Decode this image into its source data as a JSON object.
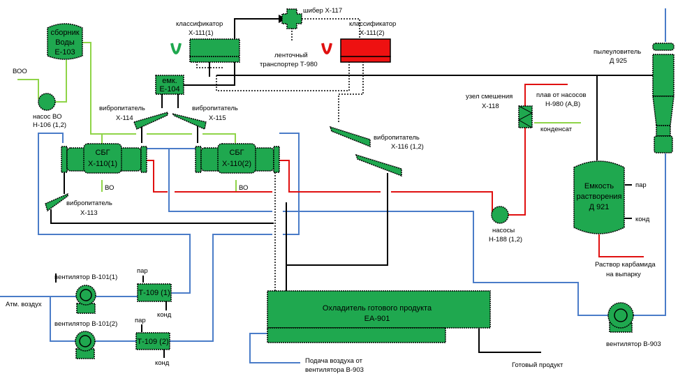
{
  "colors": {
    "equipment": "#1fa84f",
    "hot_equipment": "#ee1111",
    "melt_line": "#e01010",
    "air_line": "#4a7cc8",
    "water_line": "#8fd448",
    "product_line": "#000000"
  },
  "labels": {
    "e103": [
      "сборник",
      "Воды",
      "Е-103"
    ],
    "voo": "ВОО",
    "pump_vo": [
      "насос ВО",
      "Н-106 (1,2)"
    ],
    "classifier1": [
      "классификатор",
      "Х-111(1)"
    ],
    "classifier2": [
      "классификатор",
      "Х-111(2)"
    ],
    "x117": "шибер Х-117",
    "conveyor": [
      "ленточный",
      "транспортер Т-980"
    ],
    "e104": [
      "емк.",
      "Е-104"
    ],
    "x114": [
      "вибропитатель",
      "Х-114"
    ],
    "x115": [
      "вибропитатель",
      "Х-115"
    ],
    "sbg1": [
      "СБГ",
      "Х-110(1)"
    ],
    "sbg2": [
      "СБГ",
      "Х-110(2)"
    ],
    "vo1": "ВО",
    "vo2": "ВО",
    "x113": [
      "вибропитатель",
      "Х-113"
    ],
    "x116": [
      "вибропитатель",
      "Х-116 (1,2)"
    ],
    "x118": [
      "узел смешения",
      "Х-118"
    ],
    "melt": [
      "плав от насосов",
      "Н-980 (А,В)"
    ],
    "condensate": "конденсат",
    "d925": [
      "пылеуловитель",
      "Д 925"
    ],
    "d921": [
      "Емкость",
      "растворения",
      "Д 921"
    ],
    "steam_d921": "пар",
    "cond_d921": "конд",
    "pump_h188": [
      "насосы",
      "Н-188 (1,2)"
    ],
    "solution": [
      "Раствор карбамида",
      "на выпарку"
    ],
    "fan1": "вентилятор В-101(1)",
    "fan2": "вентилятор В-101(2)",
    "atm_air": "Атм. воздух",
    "t109_1": "Т-109 (1)",
    "t109_2": "Т-109 (2)",
    "steam1": "пар",
    "steam2": "пар",
    "cond1": "конд",
    "cond2": "конд",
    "cooler": [
      "Охладитель готового продукта",
      "ЕА-901"
    ],
    "air_supply": [
      "Подача воздуха от",
      "вентилятора В-903"
    ],
    "product": "Готовый продукт",
    "fan903": "вентилятор В-903"
  }
}
